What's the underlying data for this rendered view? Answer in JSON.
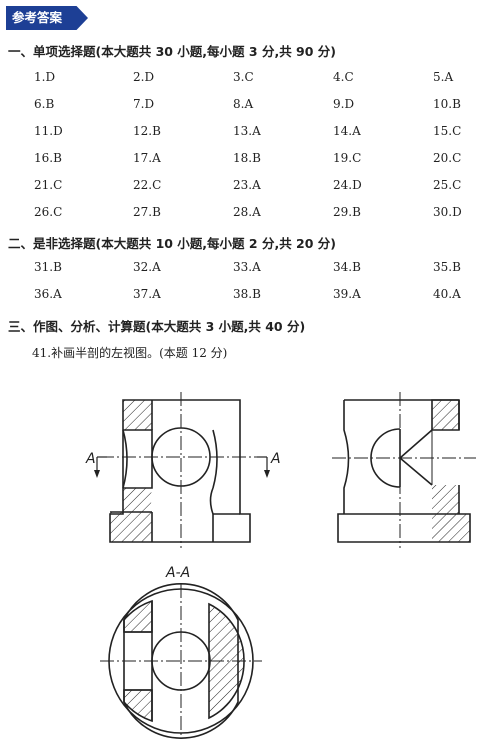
{
  "tag": "参考答案",
  "sections": {
    "s1": "一、单项选择题(本大题共 30 小题,每小题 3 分,共 90 分)",
    "s2": "二、是非选择题(本大题共 10 小题,每小题 2 分,共 20 分)",
    "s3": "三、作图、分析、计算题(本大题共 3 小题,共 40 分)"
  },
  "answers": [
    [
      "1.D",
      "2.D",
      "3.C",
      "4.C",
      "5.A"
    ],
    [
      "6.B",
      "7.D",
      "8.A",
      "9.D",
      "10.B"
    ],
    [
      "11.D",
      "12.B",
      "13.A",
      "14.A",
      "15.C"
    ],
    [
      "16.B",
      "17.A",
      "18.B",
      "19.C",
      "20.C"
    ],
    [
      "21.C",
      "22.C",
      "23.A",
      "24.D",
      "25.C"
    ],
    [
      "26.C",
      "27.B",
      "28.A",
      "29.B",
      "30.D"
    ],
    [
      "31.B",
      "32.A",
      "33.A",
      "34.B",
      "35.B"
    ],
    [
      "36.A",
      "37.A",
      "38.B",
      "39.A",
      "40.A"
    ]
  ],
  "q41": "41.补画半剖的左视图。(本题 12 分)",
  "drawing": {
    "section_mark": "A",
    "section_title": "A-A"
  }
}
